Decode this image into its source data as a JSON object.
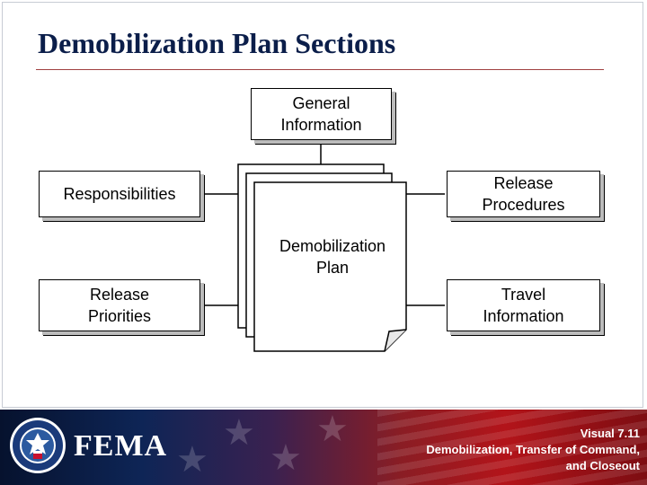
{
  "slide": {
    "title": "Demobilization Plan Sections"
  },
  "diagram": {
    "center": "Demobilization\nPlan",
    "nodes": {
      "general_information": "General\nInformation",
      "responsibilities": "Responsibilities",
      "release_procedures": "Release\nProcedures",
      "release_priorities": "Release\nPriorities",
      "travel_information": "Travel\nInformation"
    }
  },
  "footer": {
    "logo_text": "FEMA",
    "visual_line1": "Visual 7.11",
    "visual_line2": "Demobilization, Transfer of Command,",
    "visual_line3": "and Closeout"
  },
  "colors": {
    "title": "#0b1e4a",
    "title_rule": "#a04040",
    "footer_dark": "#0e2556",
    "footer_red": "#b3141a"
  },
  "icons": {
    "seal": "dhs-seal-icon",
    "stars": "star-icon"
  }
}
